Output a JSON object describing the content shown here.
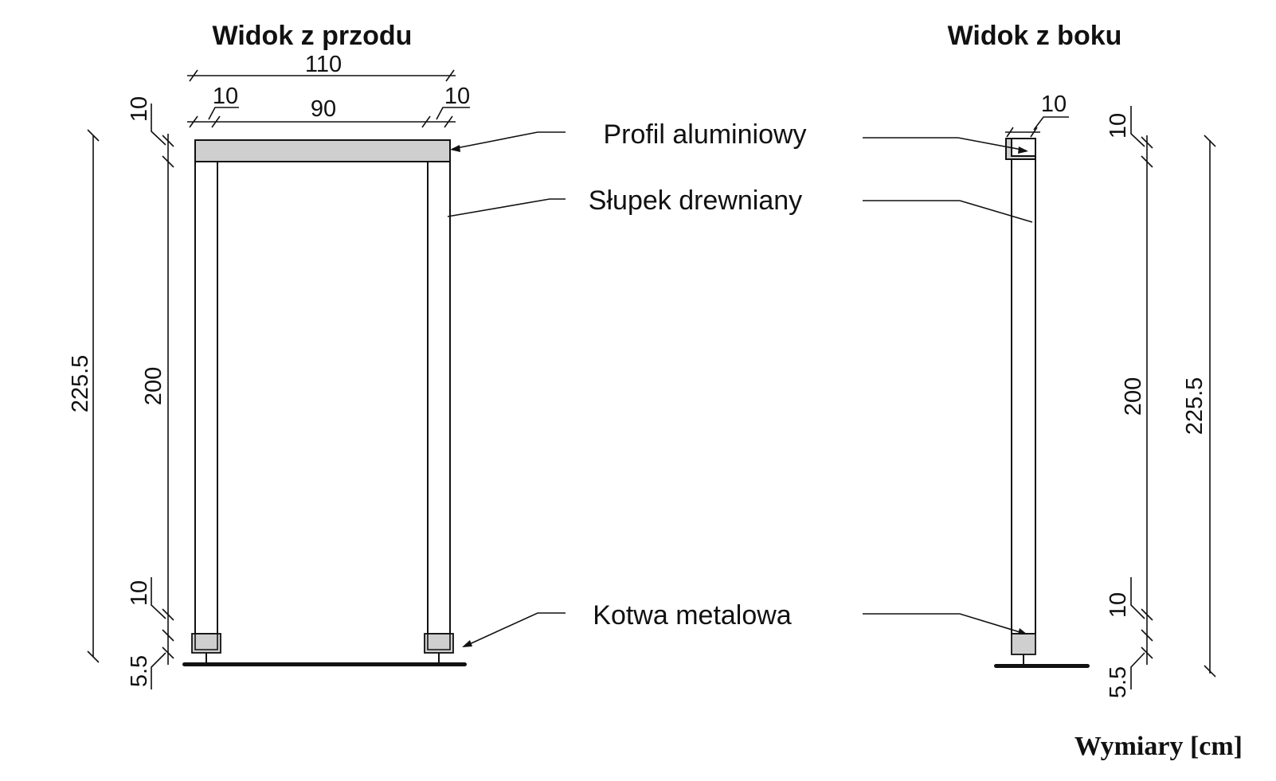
{
  "front_view": {
    "title": "Widok z przodu",
    "dim_total_width": "110",
    "dim_left_post": "10",
    "dim_inner_width": "90",
    "dim_right_post": "10",
    "dim_top_profile": "10",
    "dim_total_height": "225.5",
    "dim_post_height": "200",
    "dim_anchor_height": "10",
    "dim_base_height": "5.5"
  },
  "side_view": {
    "title": "Widok z boku",
    "dim_post_depth": "10",
    "dim_top_profile": "10",
    "dim_post_height": "200",
    "dim_total_height": "225.5",
    "dim_anchor_height": "10",
    "dim_base_height": "5.5"
  },
  "callouts": {
    "profile": "Profil aluminiowy",
    "post": "Słupek drewniany",
    "anchor": "Kotwa metalowa"
  },
  "units_note": "Wymiary [cm]"
}
